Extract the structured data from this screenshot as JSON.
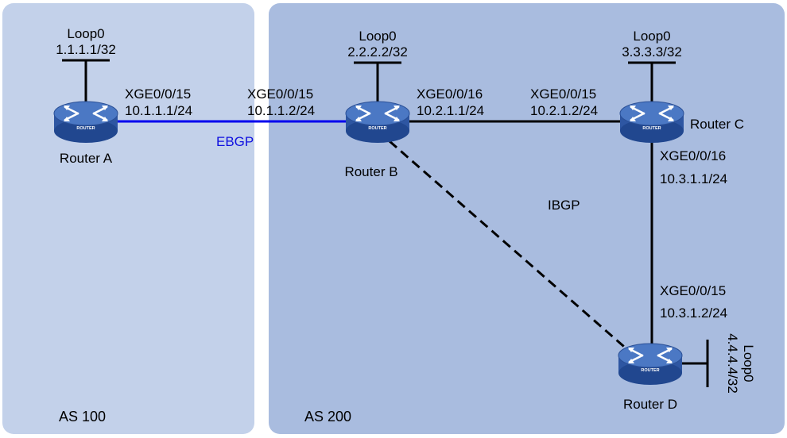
{
  "colors": {
    "as100_fill": "#c3d1ea",
    "as200_fill": "#a9bcdf",
    "ebgp_link": "#0000ee",
    "ebgp_text": "#1010e0",
    "router_body": "#2e56a2",
    "router_top": "#4b78c4"
  },
  "areas": {
    "as100": "AS 100",
    "as200": "AS 200"
  },
  "routers": {
    "a": {
      "name": "Router A",
      "badge": "ROUTER",
      "icon": "router-icon"
    },
    "b": {
      "name": "Router B",
      "badge": "ROUTER",
      "icon": "router-icon"
    },
    "c": {
      "name": "Router C",
      "badge": "ROUTER",
      "icon": "router-icon"
    },
    "d": {
      "name": "Router D",
      "badge": "ROUTER",
      "icon": "router-icon"
    }
  },
  "loopbacks": {
    "a": {
      "name": "Loop0",
      "addr": "1.1.1.1/32"
    },
    "b": {
      "name": "Loop0",
      "addr": "2.2.2.2/32"
    },
    "c": {
      "name": "Loop0",
      "addr": "3.3.3.3/32"
    },
    "d": {
      "name": "Loop0",
      "addr": "4.4.4.4/32"
    }
  },
  "interfaces": {
    "a_to_b": {
      "port": "XGE0/0/15",
      "ip": "10.1.1.1/24"
    },
    "b_to_a": {
      "port": "XGE0/0/15",
      "ip": "10.1.1.2/24"
    },
    "b_to_c": {
      "port": "XGE0/0/16",
      "ip": "10.2.1.1/24"
    },
    "c_to_b": {
      "port": "XGE0/0/15",
      "ip": "10.2.1.2/24"
    },
    "c_to_d": {
      "port": "XGE0/0/16",
      "ip": "10.3.1.1/24"
    },
    "d_to_c": {
      "port": "XGE0/0/15",
      "ip": "10.3.1.2/24"
    }
  },
  "sessions": {
    "ebgp": "EBGP",
    "ibgp": "IBGP"
  }
}
